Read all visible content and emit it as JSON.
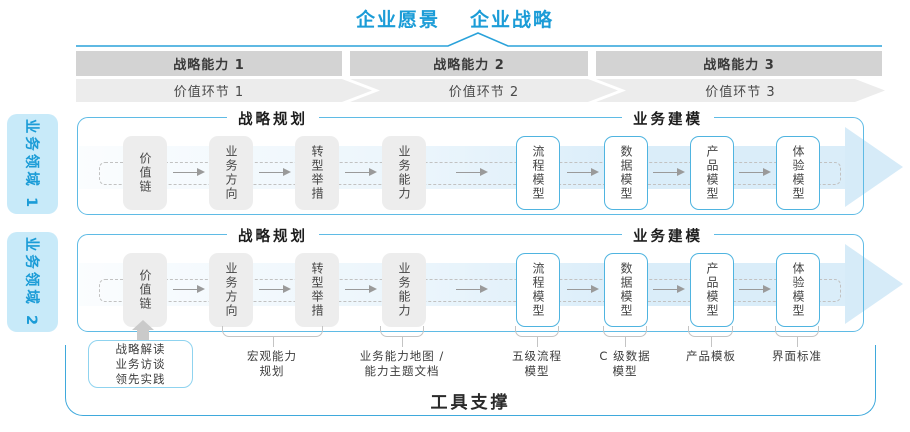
{
  "title": {
    "part1": "企业愿景",
    "part2": "企业战略"
  },
  "strategy_capabilities": [
    {
      "label": "战略能力 1"
    },
    {
      "label": "战略能力 2"
    },
    {
      "label": "战略能力 3"
    }
  ],
  "value_links": [
    {
      "label": "价值环节 1"
    },
    {
      "label": "价值环节 2"
    },
    {
      "label": "价值环节 3"
    }
  ],
  "domains": [
    {
      "label": "业务领域 1",
      "planning_header": "战略规划",
      "modeling_header": "业务建模",
      "boxes": [
        "价值链",
        "业务方向",
        "转型举措",
        "业务能力",
        "流程模型",
        "数据模型",
        "产品模型",
        "体验模型"
      ]
    },
    {
      "label": "业务领域 2",
      "planning_header": "战略规划",
      "modeling_header": "业务建模",
      "boxes": [
        "价值链",
        "业务方向",
        "转型举措",
        "业务能力",
        "流程模型",
        "数据模型",
        "产品模型",
        "体验模型"
      ]
    }
  ],
  "annotations": {
    "practice_box": {
      "lines": [
        "战略解读",
        "业务访谈",
        "领先实践"
      ]
    },
    "notes": [
      {
        "line1": "宏观能力",
        "line2": "规划"
      },
      {
        "line1": "业务能力地图 /",
        "line2": "能力主题文档"
      },
      {
        "line1": "五级流程",
        "line2": "模型"
      },
      {
        "line1": "C 级数据",
        "line2": "模型"
      },
      {
        "line1": "产品模板",
        "line2": ""
      },
      {
        "line1": "界面标准",
        "line2": ""
      }
    ]
  },
  "footer": {
    "label": "工具支撑"
  },
  "colors": {
    "accent": "#1B9CD7",
    "container_border": "#5FBBE5",
    "band": "#DAEDF9",
    "capability_bar": "#D3D3D3",
    "value_chevron": "#ECECEC",
    "gray_box": "#EDEDED"
  }
}
